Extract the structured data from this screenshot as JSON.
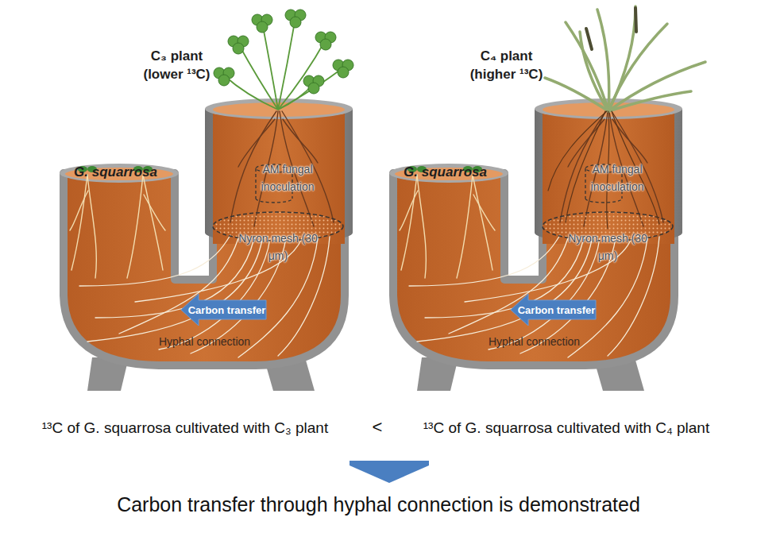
{
  "diagram": {
    "caption": "Carbon transfer through hyphal connection is demonstrated",
    "nodes": [
      {
        "text": [
          "G. squarrosa"
        ]
      },
      {
        "text": [
          "C₃ plant (lower ¹³C)",
          "AM fungal inoculation",
          "Nyron mesh (30 μm)"
        ]
      },
      {
        "text": [
          "G. squarrosa"
        ]
      },
      {
        "text": [
          "C₄ plant (higher ¹³C)",
          "AM fungal inoculation",
          "Nyron mesh (30 μm)"
        ]
      }
    ],
    "edges": [
      {
        "from": 1,
        "to": 0,
        "arrow": "to",
        "label": "Carbon transfer"
      },
      {
        "from": 3,
        "to": 2,
        "arrow": "to",
        "label": "Carbon transfer"
      }
    ],
    "labels": [
      "Hyphal connection",
      "Hyphal connection",
      "¹³C of G. squarrosa cultivated with C₃ plant",
      "<",
      "¹³C of G. squarrosa cultivated with C₄ plant"
    ]
  }
}
